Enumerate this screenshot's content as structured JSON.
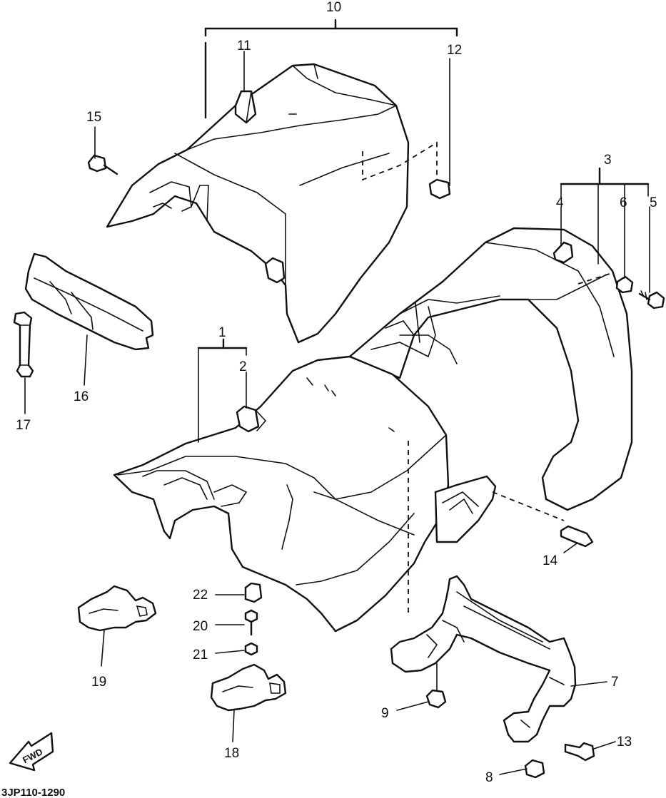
{
  "diagram": {
    "drawing_code": "3JP110-1290",
    "direction_arrow": {
      "label": "FWD",
      "icon": "forward-arrow-icon"
    },
    "callouts": {
      "p1": "1",
      "p2": "2",
      "p3": "3",
      "p4": "4",
      "p5": "5",
      "p6": "6",
      "p7": "7",
      "p8": "8",
      "p9": "9",
      "p10": "10",
      "p11": "11",
      "p12": "12",
      "p13": "13",
      "p14": "14",
      "p15": "15",
      "p16": "16",
      "p17": "17",
      "p18": "18",
      "p19": "19",
      "p20": "20",
      "p21": "21",
      "p22": "22"
    }
  }
}
